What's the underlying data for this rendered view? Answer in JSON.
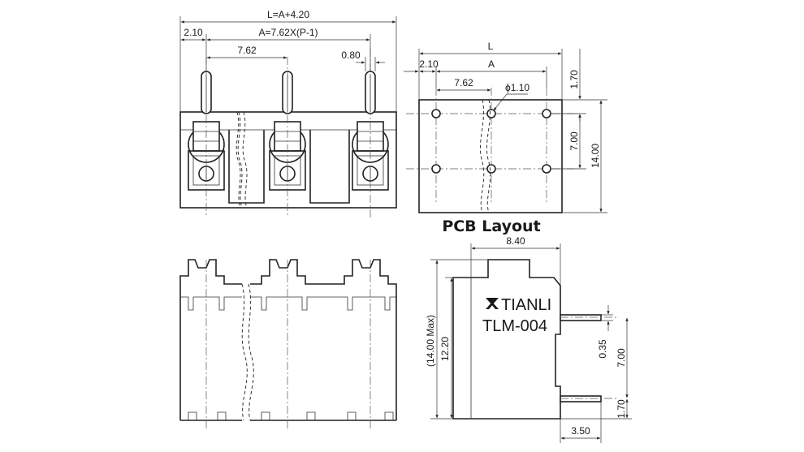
{
  "front_view": {
    "dim_total": "L=A+4.20",
    "dim_offset": "2.10",
    "dim_span": "A=7.62X(P-1)",
    "dim_pitch": "7.62",
    "dim_pin": "0.80"
  },
  "pcb_layout": {
    "title": "PCB Layout",
    "dim_total": "L",
    "dim_offset": "2.10",
    "dim_span": "A",
    "dim_pitch": "7.62",
    "dim_hole": "ϕ1.10",
    "dim_top": "1.70",
    "dim_row": "7.00",
    "dim_height": "14.00"
  },
  "side_view": {
    "brand": "TIANLI",
    "part_number": "TLM-004",
    "dim_width": "8.40",
    "dim_max": "(14.00 Max)",
    "dim_body": "12.20",
    "dim_pin_w": "0.35",
    "dim_pin_pitch": "7.00",
    "dim_pin_low": "1.70",
    "dim_pin_depth": "3.50"
  },
  "colors": {
    "line": "#222222",
    "text": "#1a1a1a",
    "background": "#ffffff"
  }
}
